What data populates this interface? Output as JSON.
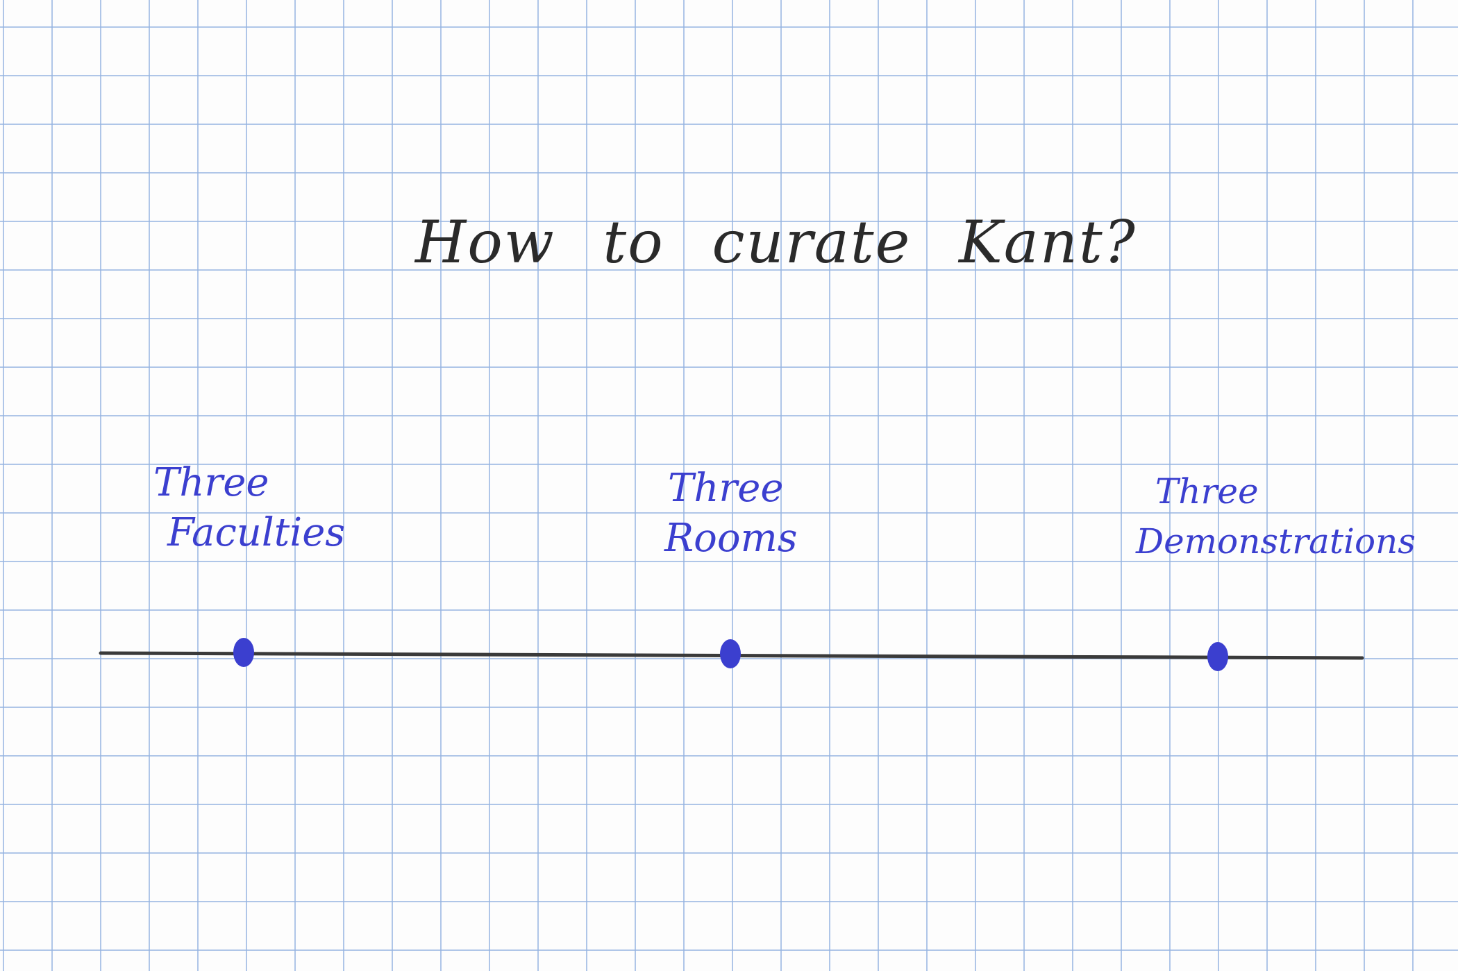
{
  "title": "How to curate Kant?",
  "timeline": {
    "points": [
      {
        "line1": "Three",
        "line2": "Faculties"
      },
      {
        "line1": "Three",
        "line2": "Rooms"
      },
      {
        "line1": "Three",
        "line2": "Demonstrations"
      }
    ],
    "colors": {
      "ink_title": "#2a2a2a",
      "ink_labels": "#3b3fcf",
      "line": "#3a3a3a",
      "grid": "#96b4e1"
    }
  }
}
